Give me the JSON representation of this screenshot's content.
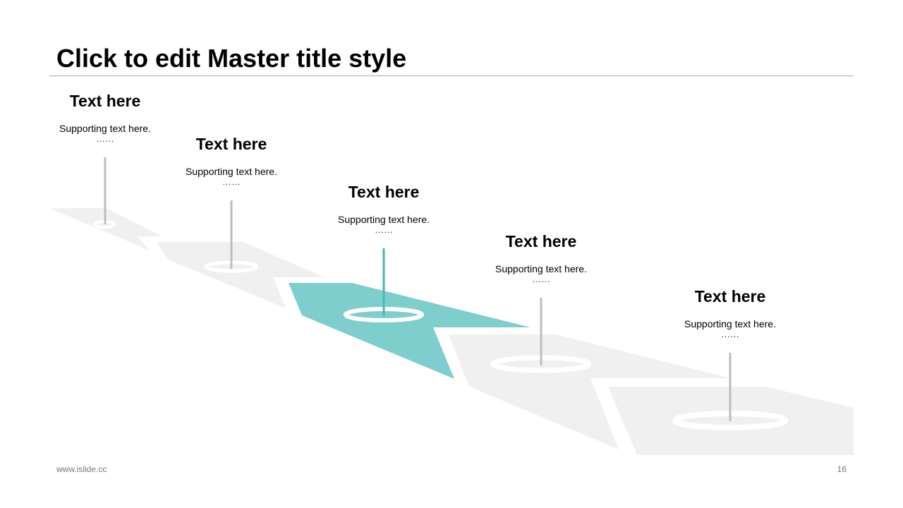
{
  "slide": {
    "title": "Click to edit Master title style",
    "footer_url": "www.islide.cc",
    "page_number": "16"
  },
  "colors": {
    "accent": "#7ECECD",
    "accent_stem": "#4BB5B5",
    "track": "#F0F0F0",
    "stem": "#BDBDBD",
    "title_rule": "#A8A8A8"
  },
  "steps": [
    {
      "heading": "Text here",
      "text": "Supporting text here.",
      "dots": "……",
      "highlighted": false
    },
    {
      "heading": "Text here",
      "text": "Supporting text here.",
      "dots": "……",
      "highlighted": false
    },
    {
      "heading": "Text here",
      "text": "Supporting text here.",
      "dots": "……",
      "highlighted": true
    },
    {
      "heading": "Text here",
      "text": "Supporting text here.",
      "dots": "……",
      "highlighted": false
    },
    {
      "heading": "Text here",
      "text": "Supporting text here.",
      "dots": "……",
      "highlighted": false
    }
  ]
}
